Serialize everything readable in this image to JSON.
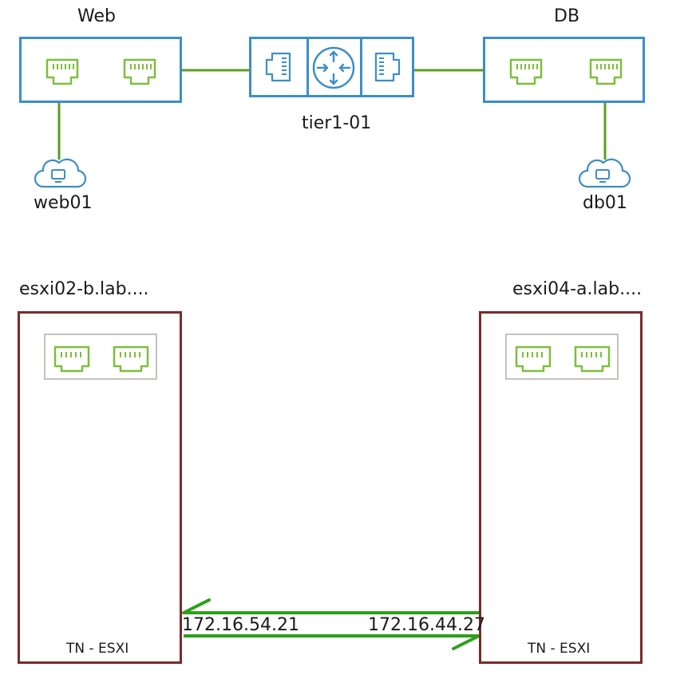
{
  "segments": {
    "web": {
      "label": "Web"
    },
    "db": {
      "label": "DB"
    }
  },
  "router": {
    "label": "tier1-01"
  },
  "vms": {
    "web": {
      "label": "web01"
    },
    "db": {
      "label": "db01"
    }
  },
  "hosts": {
    "left": {
      "label": "esxi02-b.lab....",
      "footer": "TN - ESXI"
    },
    "right": {
      "label": "esxi04-a.lab....",
      "footer": "TN - ESXI"
    }
  },
  "tunnel": {
    "left_ip": "172.16.54.21",
    "right_ip": "172.16.44.27"
  },
  "colors": {
    "segment_border": "#3b8fc7",
    "host_border": "#7b2a2a",
    "link": "#5c9e1f",
    "tunnel": "#2ca01c",
    "port": "#7cbf3a"
  },
  "icons": [
    "ethernet-port-icon",
    "router-icon",
    "cloud-vm-icon",
    "tunnel-arrow-icon"
  ]
}
